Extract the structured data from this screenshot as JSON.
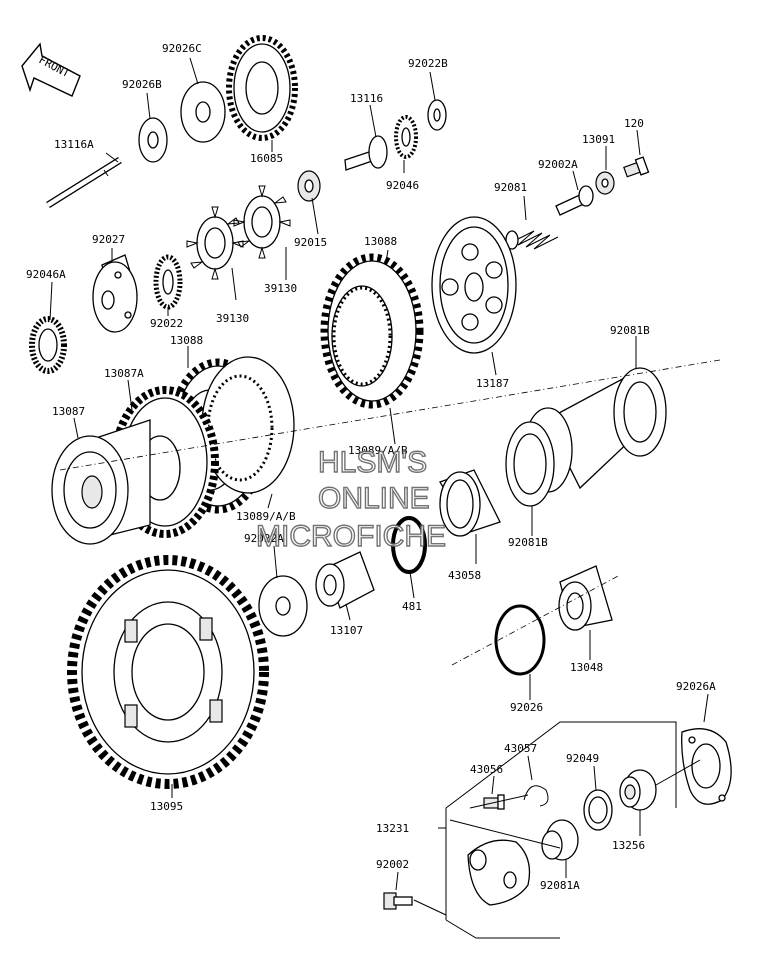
{
  "front_arrow": {
    "label": "FRONT"
  },
  "watermark": [
    "HLSM'S",
    "ONLINE",
    "MICROFICHE"
  ],
  "labels": {
    "p92026C": "92026C",
    "p92026B": "92026B",
    "p92022B": "92022B",
    "p13116": "13116",
    "p13116A": "13116A",
    "p16085": "16085",
    "p92046": "92046",
    "p120": "120",
    "p13091": "13091",
    "p92002A": "92002A",
    "p92081": "92081",
    "p92027": "92027",
    "p92015": "92015",
    "p13088_top": "13088",
    "p92046A": "92046A",
    "p92022": "92022",
    "p39130_a": "39130",
    "p39130_b": "39130",
    "p13187": "13187",
    "p92081B_top": "92081B",
    "p13088_mid": "13088",
    "p13087A": "13087A",
    "p13087": "13087",
    "p13089_top": "13089/A/B",
    "p13089_bot": "13089/A/B",
    "p92022A": "92022A",
    "p43058": "43058",
    "p92081B_bot": "92081B",
    "p481": "481",
    "p13107": "13107",
    "p13048": "13048",
    "p92026": "92026",
    "p92026A": "92026A",
    "p43057": "43057",
    "p43056": "43056",
    "p92049": "92049",
    "p13231": "13231",
    "p13256": "13256",
    "p92002": "92002",
    "p92081A": "92081A",
    "p13095": "13095"
  }
}
